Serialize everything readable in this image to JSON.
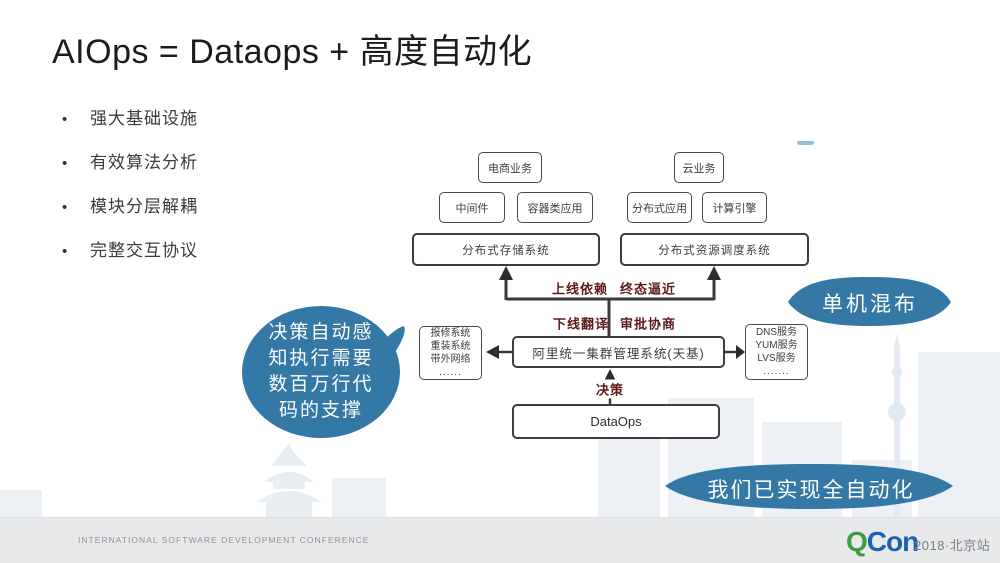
{
  "slide": {
    "title": {
      "latin": "AIOps = Dataops + ",
      "cjk": "高度自动化"
    },
    "bullet_dot": "•",
    "bullets": [
      "强大基础设施",
      "有效算法分析",
      "模块分层解耦",
      "完整交互协议"
    ]
  },
  "diagram": {
    "boxes": {
      "ecommerce": "电商业务",
      "cloud": "云业务",
      "middleware": "中间件",
      "container_apps": "容器类应用",
      "distributed_apps": "分布式应用",
      "compute_engine": "计算引擎",
      "storage": "分布式存储系统",
      "scheduler": "分布式资源调度系统",
      "tianji": "阿里统一集群管理系统(天基)",
      "dataops": "DataOps",
      "repair": [
        "报修系统",
        "重装系统",
        "带外网络",
        "......"
      ],
      "dns": [
        "DNS服务",
        "YUM服务",
        "LVS服务",
        "......."
      ]
    },
    "labels": {
      "online_dependency": "上线依赖",
      "final_state_approach": "终态逼近",
      "offline_translate": "下线翻译",
      "approval_negotiate": "审批协商",
      "decision": "决策"
    }
  },
  "bubbles": {
    "left_lines": [
      "决策自动感",
      "知执行需要",
      "数百万行代",
      "码的支撑"
    ],
    "right": "单机混布",
    "bottom": "我们已实现全自动化"
  },
  "footer": {
    "conference": "INTERNATIONAL SOFTWARE DEVELOPMENT CONFERENCE",
    "logo_q": "Q",
    "logo_con": "Con",
    "edition": "2018·北京站"
  },
  "colors": {
    "bubble_blue": "#3478a6",
    "label_dark_red": "#5e1b1b",
    "logo_green": "#3d9c44",
    "logo_blue": "#1b63ae",
    "line_dark": "#3a3a3c"
  }
}
